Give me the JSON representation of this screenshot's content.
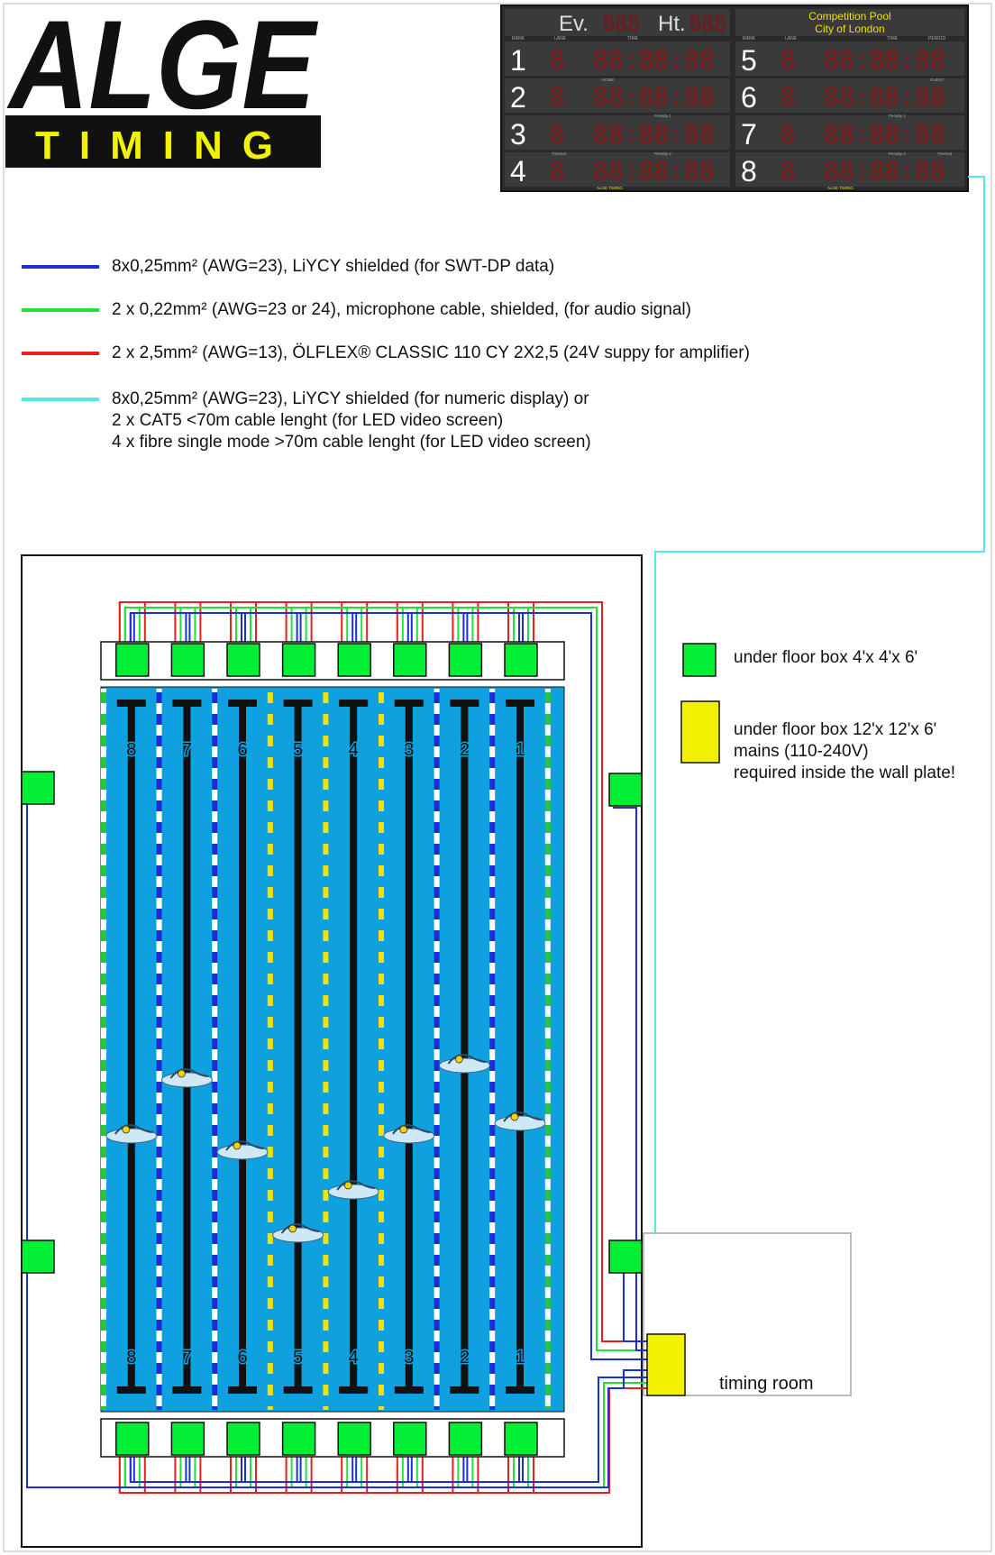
{
  "logo": {
    "brand": "ALGE",
    "sub": "TIMING"
  },
  "scoreboard": {
    "event_label": "Ev.",
    "heat_label": "Ht.",
    "title_line1": "Competition Pool",
    "title_line2": "City of London",
    "col_headers_left": [
      "RANK",
      "LANE",
      "TIME"
    ],
    "col_headers_right": [
      "RANK",
      "LANE",
      "TIME",
      "PERIOD"
    ],
    "small_labels": [
      "HOME",
      "GUEST",
      "Penalty 1",
      "Penalty 1",
      "Penalty 2",
      "Penalty 2",
      "Timeout",
      "Timeout",
      "ALGE TIMING",
      "ALGE TIMING"
    ],
    "left_ranks": [
      "1",
      "2",
      "3",
      "4"
    ],
    "right_ranks": [
      "5",
      "6",
      "7",
      "8"
    ],
    "digit_placeholder": "88:88:88"
  },
  "legend": [
    {
      "color": "#1a2fd6",
      "lines": [
        "8x0,25mm² (AWG=23), LiYCY shielded  (for SWT-DP data)"
      ]
    },
    {
      "color": "#22e03a",
      "lines": [
        "2 x 0,22mm² (AWG=23 or 24), microphone cable, shielded, (for audio signal)"
      ]
    },
    {
      "color": "#e81f1f",
      "lines": [
        "2 x 2,5mm² (AWG=13), ÖLFLEX® CLASSIC 110 CY 2X2,5 (24V suppy for amplifier)"
      ]
    },
    {
      "color": "#55e8ea",
      "lines": [
        "8x0,25mm² (AWG=23), LiYCY shielded (for numeric display) or",
        "2 x CAT5 <70m cable lenght (for LED video screen)",
        "4 x fibre single mode >70m cable lenght (for LED video screen)"
      ]
    }
  ],
  "box_legend": {
    "green": {
      "color": "#00ee33",
      "text": "under floor box 4'x 4'x 6'"
    },
    "yellow": {
      "color": "#f2f200",
      "lines": [
        "under floor box 12'x 12'x 6'",
        "mains (110-240V)",
        "required inside the wall plate!"
      ]
    }
  },
  "pool": {
    "lanes_top": [
      "8",
      "7",
      "6",
      "5",
      "4",
      "3",
      "2",
      "1"
    ],
    "lanes_bottom": [
      "8",
      "7",
      "6",
      "5",
      "4",
      "3",
      "2",
      "1"
    ],
    "water_color": "#0fa0e0"
  },
  "timing_room": {
    "label": "timing room"
  }
}
